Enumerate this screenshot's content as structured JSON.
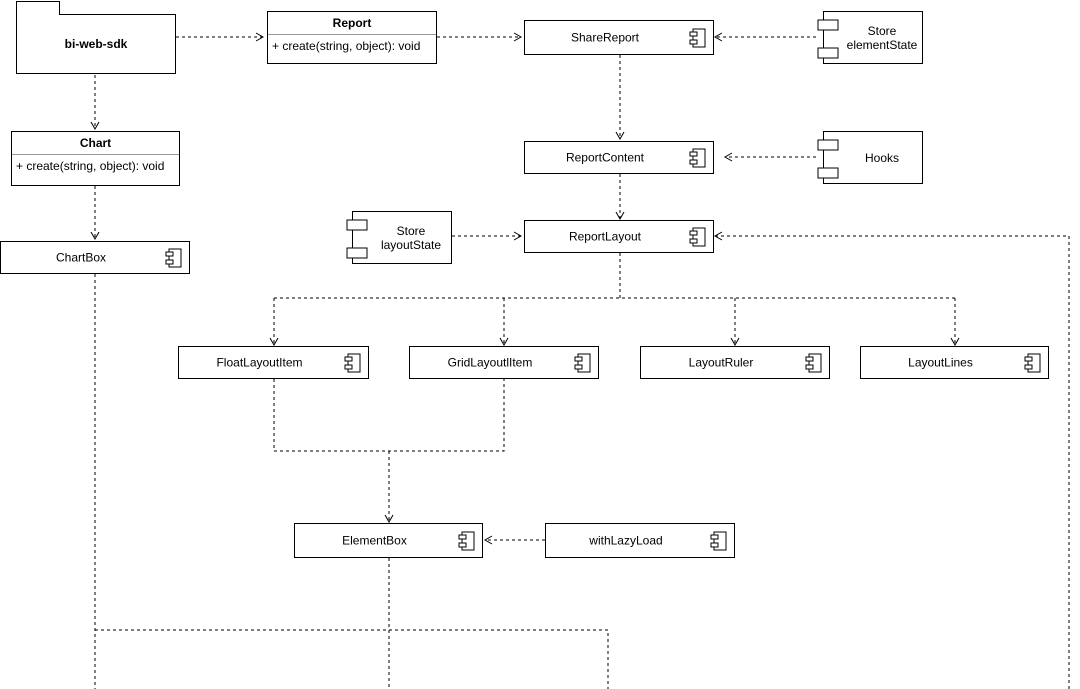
{
  "package": {
    "name": "bi-web-sdk"
  },
  "classes": {
    "report": {
      "title": "Report",
      "operation": "+  create(string, object): void"
    },
    "chart": {
      "title": "Chart",
      "operation": "+  create(string, object): void"
    }
  },
  "components": {
    "share_report": "ShareReport",
    "report_content": "ReportContent",
    "report_layout": "ReportLayout",
    "chart_box": "ChartBox",
    "float_layout_item": "FloatLayoutItem",
    "grid_layout_item": "GridLayoutlItem",
    "layout_ruler": "LayoutRuler",
    "layout_lines": "LayoutLines",
    "element_box": "ElementBox",
    "with_lazy_load": "withLazyLoad"
  },
  "stores": {
    "element_state": "Store\nelementState",
    "hooks": "Hooks",
    "layout_state": "Store\nlayoutState"
  },
  "icons": {
    "component": "component-icon",
    "store": "store-icon"
  }
}
